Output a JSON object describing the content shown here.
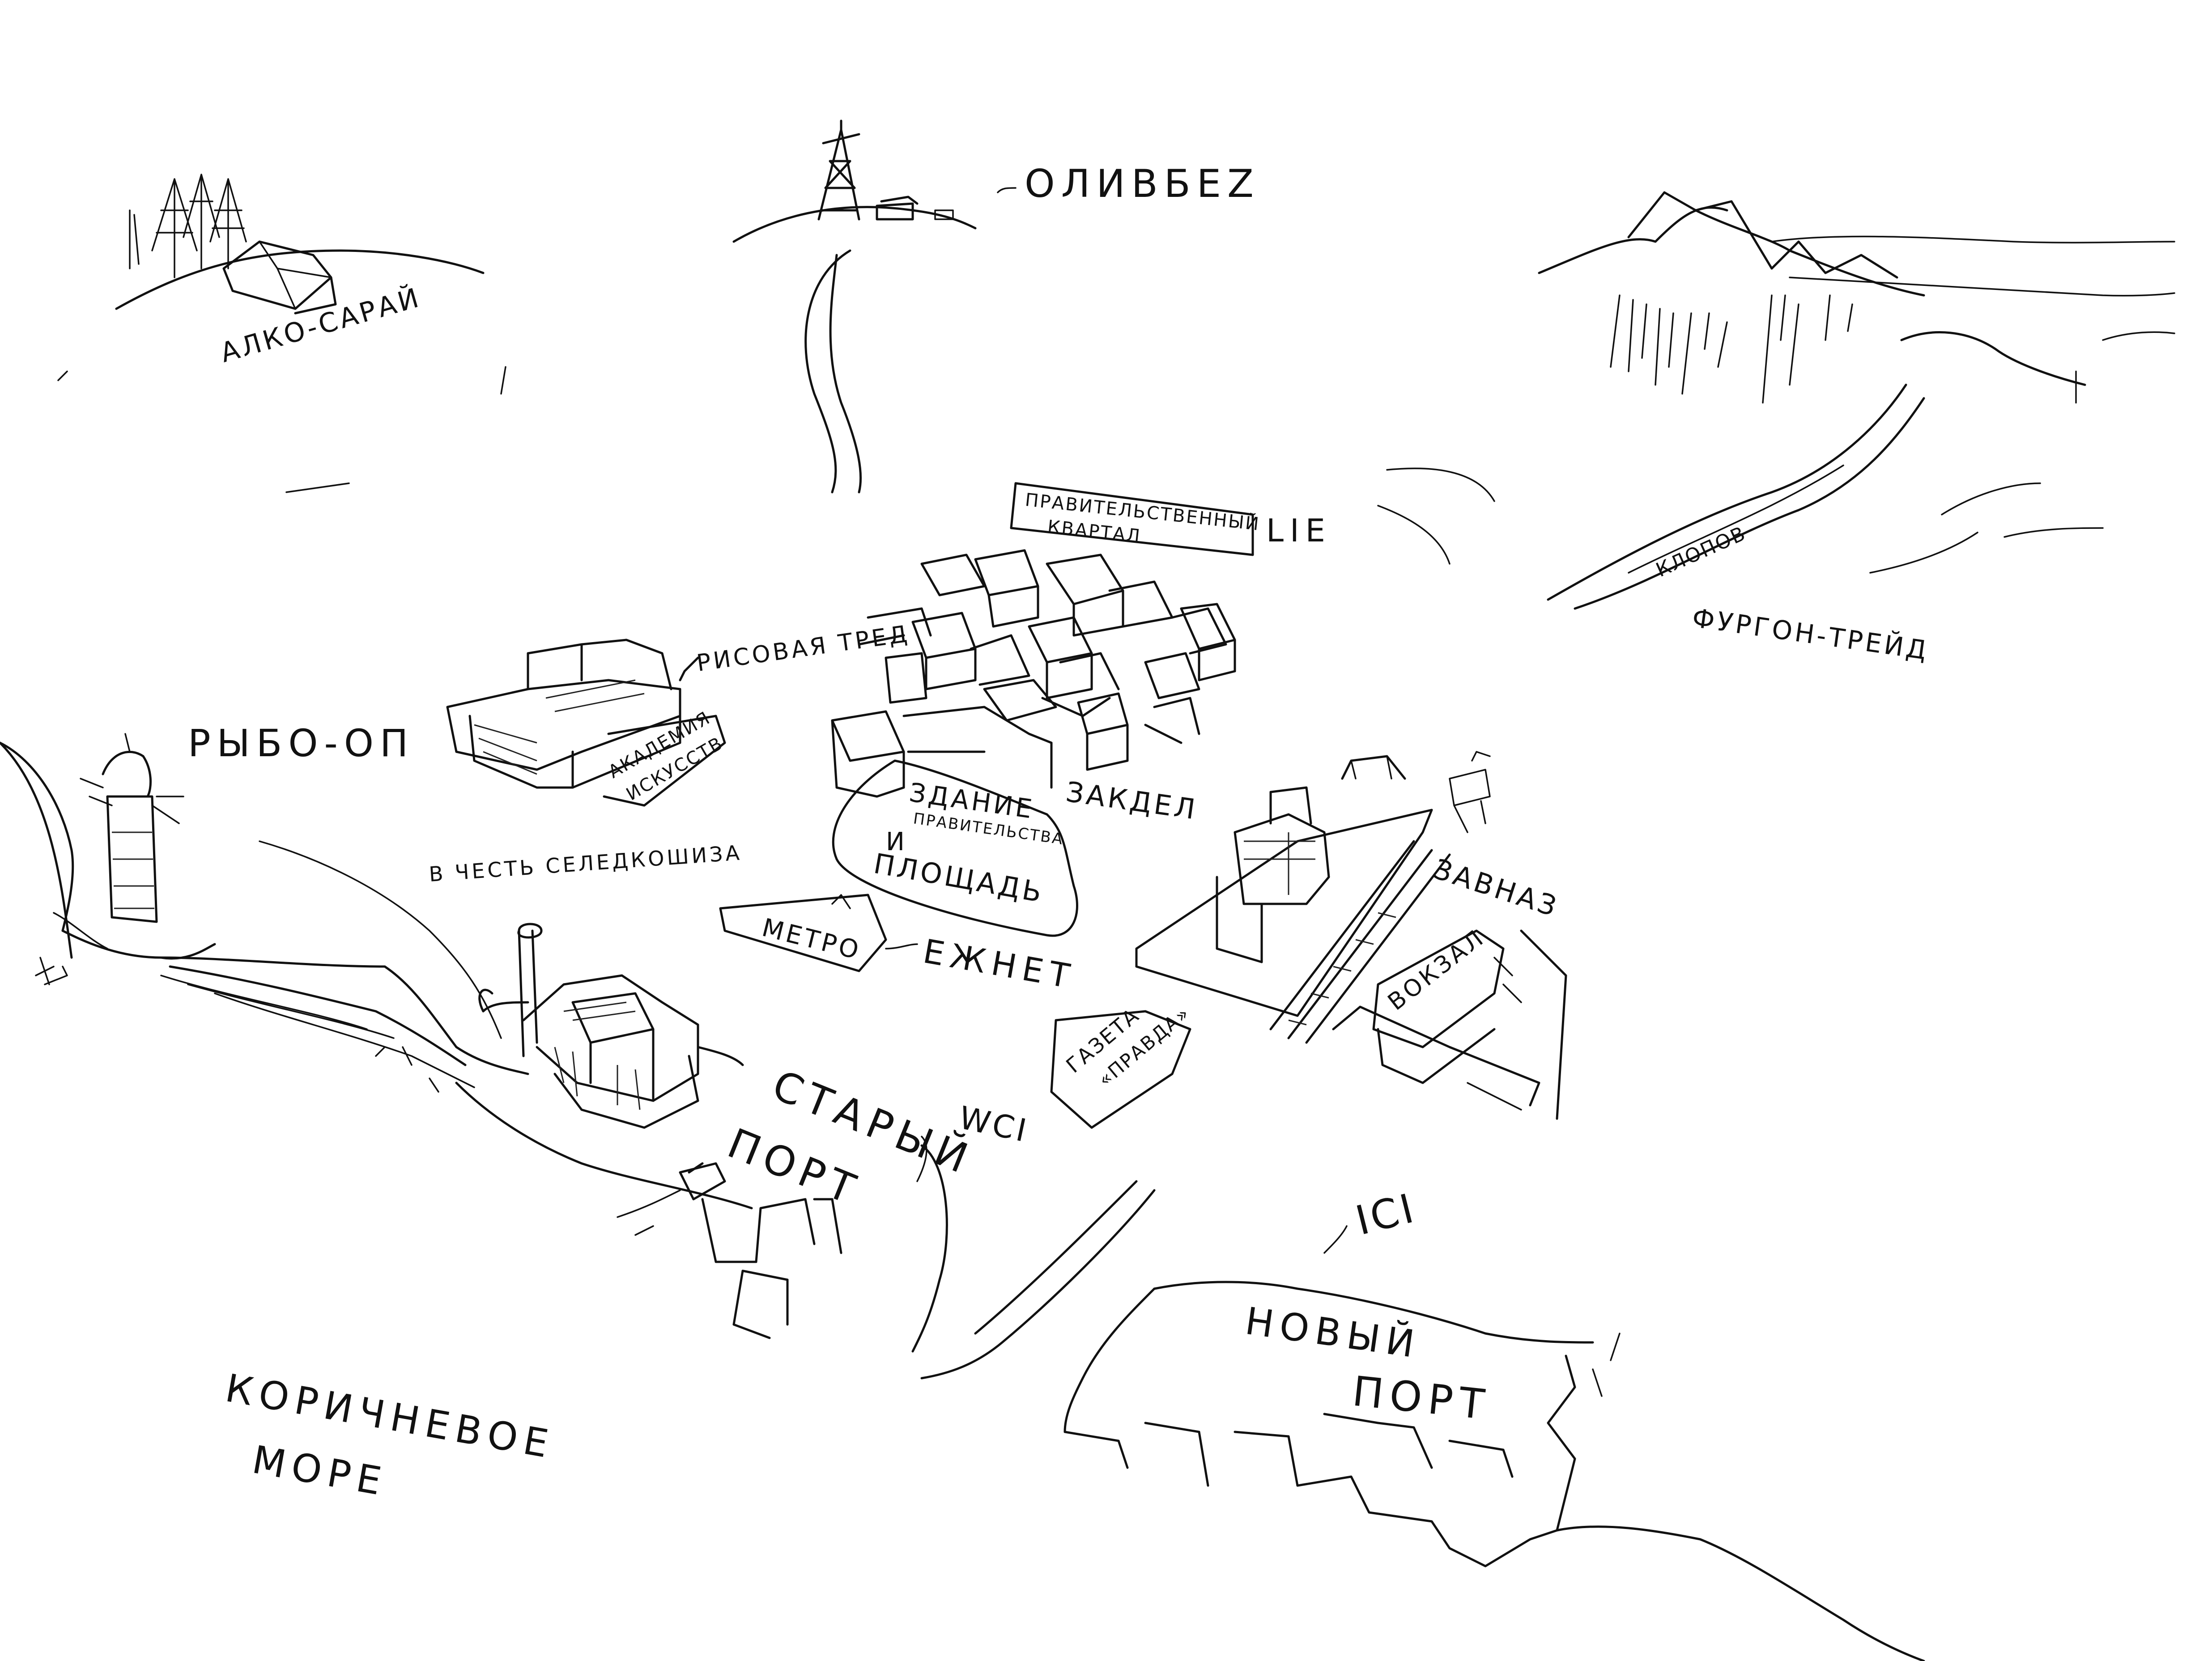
{
  "labels": {
    "alko_sarai": "АЛКО-САРАЙ",
    "olivbez": "ОЛИВБЕZ",
    "government_quarter_line1": "ПРАВИТЕЛЬСТВЕННЫЙ",
    "government_quarter_line2": "КВАРТАЛ",
    "government_quarter_suffix": "LIE",
    "rice_trade": "РИСОВАЯ ТРЕД",
    "art_academy_line1": "АКАДЕМИЯ",
    "art_academy_line2": "ИСКУССТВ",
    "ryboop": "РЫБО-ОП",
    "government_building_line1": "ЗДАНИЕ",
    "government_building_line2": "ПРАВИТЕЛЬСТВА",
    "government_building_line3": "И",
    "government_building_line4": "ПЛОЩАДЬ",
    "zakdel": "ЗАКДЕЛ",
    "herring_line": "В ЧЕСТЬ СЕЛЕДКОШИЗА",
    "metro": "МЕТРО",
    "ezhnet": "ЕЖНЕТ",
    "zavnaz": "ЗАВНАЗ",
    "vokzal": "ВОКЗАЛ",
    "gazeta_line1": "ГАЗЕТА",
    "gazeta_line2": "«ПРАВДА»",
    "old_port_line1": "СТАРЫЙ",
    "old_port_line2": "ПОРТ",
    "wc_old": "WCI",
    "wc_new": "ICI",
    "new_port_line1": "НОВЫЙ",
    "new_port_line2": "ПОРТ",
    "road_label": "КЛОПОВ",
    "van_trade": "ФУРГОН-ТРЕЙД",
    "sea_line1": "КОРИЧНЕВОЕ",
    "sea_line2": "МОРЕ"
  },
  "colors": {
    "ink": "#111111",
    "paper": "#ffffff"
  }
}
